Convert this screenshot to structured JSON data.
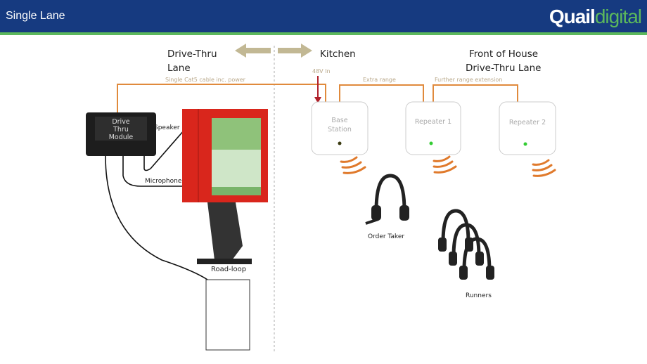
{
  "header": {
    "title": "Single Lane",
    "logo_bold": "Quail",
    "logo_light": "digital"
  },
  "zones": {
    "left": "Drive-Thru Lane",
    "middle": "Kitchen",
    "right_line1": "Front of House",
    "right_line2": "Drive-Thru Lane"
  },
  "cables": {
    "cat5": "Single Cat5 cable inc. power",
    "power_in": "48V In",
    "extra": "Extra range",
    "further": "Further range extension"
  },
  "module": {
    "line1": "Drive",
    "line2": "Thru",
    "line3": "Module"
  },
  "connections": {
    "speaker": "Speaker",
    "microphone": "Microphone",
    "road_loop": "Road-loop"
  },
  "devices": {
    "base_line1": "Base",
    "base_line2": "Station",
    "repeater1": "Repeater 1",
    "repeater2": "Repeater 2"
  },
  "headsets": {
    "order_taker": "Order Taker",
    "runners": "Runners"
  },
  "colors": {
    "header": "#163a80",
    "accent": "#5cb85c",
    "cable": "#e08a3c",
    "arrow": "#c2b894",
    "power": "#b0202a"
  }
}
